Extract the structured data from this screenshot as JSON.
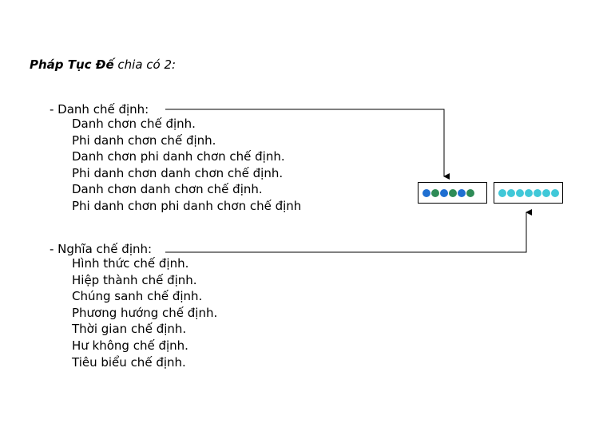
{
  "title": {
    "bold": "Pháp Tục Đế",
    "rest": " chia có 2:"
  },
  "group1": {
    "heading": "- Danh chế định:",
    "items": [
      "Danh chơn chế định.",
      "Phi danh chơn chế định.",
      "Danh chơn phi danh chơn chế định.",
      "Phi danh chơn danh chơn chế định.",
      "Danh chơn danh chơn chế định.",
      "Phi danh chơn phi danh chơn chế định"
    ]
  },
  "group2": {
    "heading": "- Nghĩa chế định:",
    "items": [
      "Hình thức chế định.",
      "Hiệp thành chế định.",
      "Chúng sanh chế định.",
      "Phương hướng chế định.",
      "Thời gian chế định.",
      "Hư không chế định.",
      "Tiêu biểu chế định."
    ]
  },
  "dot_box_1": {
    "dot_colors": [
      "#1f6fd1",
      "#2e8b57",
      "#1f6fd1",
      "#2e8b57",
      "#1f6fd1",
      "#2e8b57"
    ]
  },
  "dot_box_2": {
    "dot_colors": [
      "#40c8d8",
      "#40c8d8",
      "#40c8d8",
      "#40c8d8",
      "#40c8d8",
      "#40c8d8",
      "#40c8d8"
    ]
  }
}
